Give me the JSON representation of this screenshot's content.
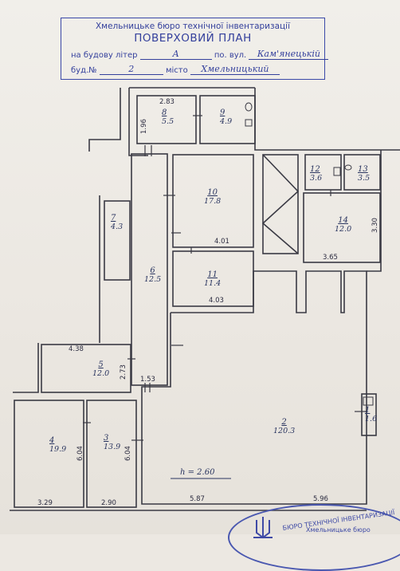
{
  "stamp": {
    "org": "Хмельницьке бюро технічної інвентаризації",
    "title": "ПОВЕРХОВИЙ ПЛАН",
    "building_lit_label": "на будову літер",
    "building_lit_value": "А",
    "street_label": "по. вул.",
    "street_value": "Кам'янецькій",
    "bud_label": "буд.№",
    "bud_value": "2",
    "city_label": "місто",
    "city_value": "Хмельницький"
  },
  "rooms": [
    {
      "id": "r1",
      "num": "1",
      "area": "1.6"
    },
    {
      "id": "r2",
      "num": "2",
      "area": "120.3"
    },
    {
      "id": "r3",
      "num": "3",
      "area": "13.9"
    },
    {
      "id": "r4",
      "num": "4",
      "area": "19.9"
    },
    {
      "id": "r5",
      "num": "5",
      "area": "12.0"
    },
    {
      "id": "r6",
      "num": "6",
      "area": "12.5"
    },
    {
      "id": "r7",
      "num": "7",
      "area": "4.3"
    },
    {
      "id": "r8",
      "num": "8",
      "area": "5.5"
    },
    {
      "id": "r9",
      "num": "9",
      "area": "4.9"
    },
    {
      "id": "r10",
      "num": "10",
      "area": "17.8"
    },
    {
      "id": "r11",
      "num": "11",
      "area": "11.4"
    },
    {
      "id": "r12",
      "num": "12",
      "area": "3.6"
    },
    {
      "id": "r13",
      "num": "13",
      "area": "3.5"
    },
    {
      "id": "r14",
      "num": "14",
      "area": "12.0"
    }
  ],
  "dimensions": {
    "d_2_83": "2.83",
    "d_1_96": "1.96",
    "d_4_01": "4.01",
    "d_4_03": "4.03",
    "d_3_30": "3.30",
    "d_3_65": "3.65",
    "d_4_38": "4.38",
    "d_2_73": "2.73",
    "d_1_53": "1.53",
    "d_6_04_a": "6.04",
    "d_6_04_b": "6.04",
    "d_3_29": "3.29",
    "d_2_90": "2.90",
    "d_5_87": "5.87",
    "d_5_96": "5.96"
  },
  "height_label": "h = 2.60",
  "seal": {
    "text_top": "БЮРО ТЕХНІЧНОЇ ІНВЕНТАРИЗАЦІЇ",
    "text_bottom": "Хмельницьке бюро"
  }
}
